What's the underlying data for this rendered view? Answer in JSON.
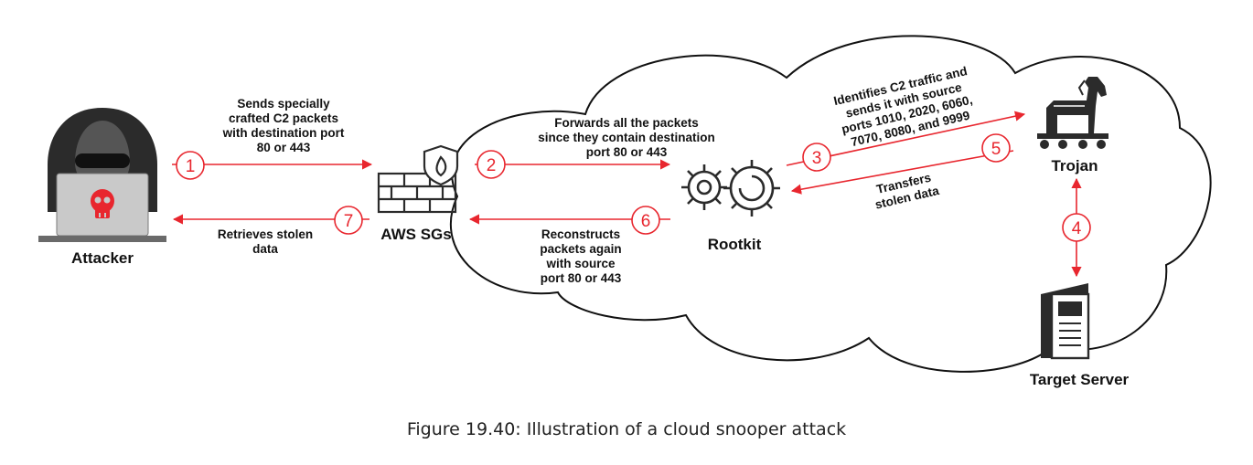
{
  "labels": {
    "attacker": "Attacker",
    "aws_sgs": "AWS SGs",
    "rootkit": "Rootkit",
    "trojan": "Trojan",
    "target_server": "Target Server"
  },
  "steps": [
    {
      "number": "1",
      "text": "Sends specially\ncrafted C2 packets\nwith destination port\n80 or 443"
    },
    {
      "number": "2",
      "text": "Forwards all the packets\nsince they contain destination\nport 80 or 443"
    },
    {
      "number": "3",
      "text": "Identifies C2 traffic and\nsends it with source\nports 1010, 2020, 6060,\n7070, 8080, and 9999"
    },
    {
      "number": "4",
      "text": ""
    },
    {
      "number": "5",
      "text": "Transfers\nstolen data"
    },
    {
      "number": "6",
      "text": "Reconstructs\npackets again\nwith source\nport 80 or 443"
    },
    {
      "number": "7",
      "text": "Retrieves stolen\ndata"
    }
  ],
  "caption": "Figure 19.40: Illustration of a cloud snooper attack",
  "colors": {
    "arrow": "#e8262e",
    "text": "#111111",
    "icon": "#2b2b2b",
    "skull": "#e8262e"
  },
  "icons": [
    "hooded-attacker-icon",
    "firewall-icon",
    "gears-icon",
    "trojan-horse-icon",
    "server-icon"
  ]
}
